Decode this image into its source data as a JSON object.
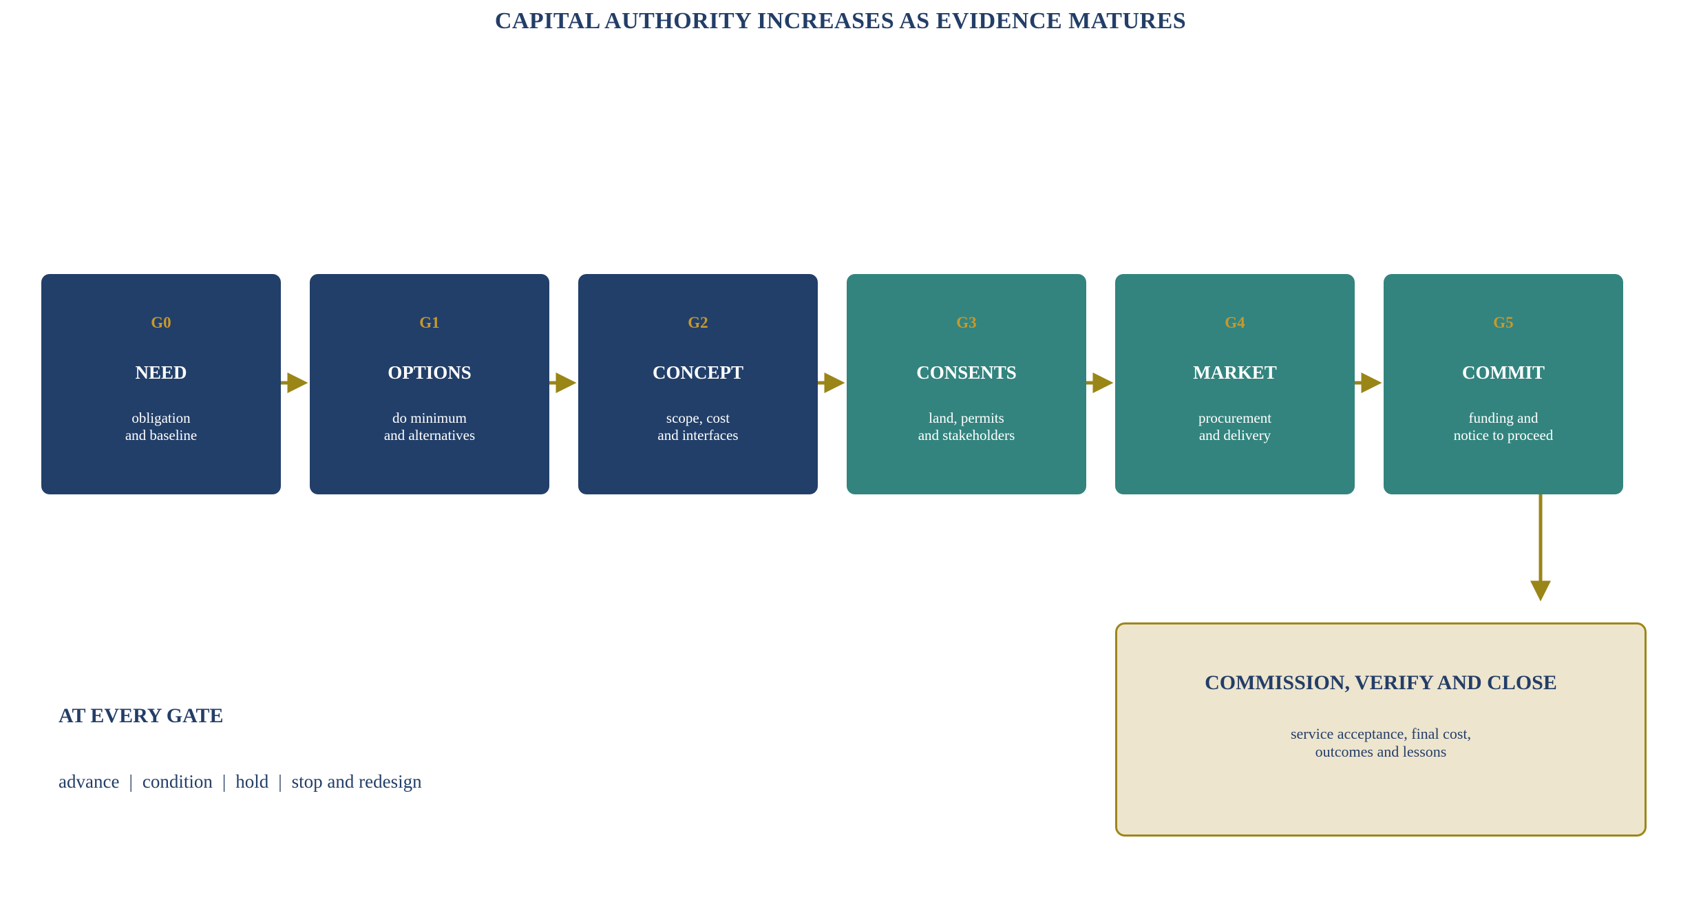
{
  "title": "CAPITAL AUTHORITY INCREASES AS EVIDENCE MATURES",
  "stages": [
    {
      "gate": "G0",
      "name": "NEED",
      "desc_line1": "obligation",
      "desc_line2": "and baseline"
    },
    {
      "gate": "G1",
      "name": "OPTIONS",
      "desc_line1": "do minimum",
      "desc_line2": "and alternatives"
    },
    {
      "gate": "G2",
      "name": "CONCEPT",
      "desc_line1": "scope, cost",
      "desc_line2": "and interfaces"
    },
    {
      "gate": "G3",
      "name": "CONSENTS",
      "desc_line1": "land, permits",
      "desc_line2": "and stakeholders"
    },
    {
      "gate": "G4",
      "name": "MARKET",
      "desc_line1": "procurement",
      "desc_line2": "and delivery"
    },
    {
      "gate": "G5",
      "name": "COMMIT",
      "desc_line1": "funding and",
      "desc_line2": "notice to proceed"
    }
  ],
  "final_box": {
    "title": "COMMISSION, VERIFY AND CLOSE",
    "desc_line1": "service acceptance, final cost,",
    "desc_line2": "outcomes and lessons"
  },
  "every_gate": {
    "heading": "AT EVERY GATE",
    "outcomes": [
      "advance",
      "condition",
      "hold",
      "stop and redesign"
    ],
    "separator": "|"
  },
  "colors": {
    "navy": "#223f69",
    "teal": "#33847e",
    "gold_label": "#c9992c",
    "arrow": "#9a8517",
    "final_fill": "#eee5cf",
    "final_border": "#9e8619"
  }
}
